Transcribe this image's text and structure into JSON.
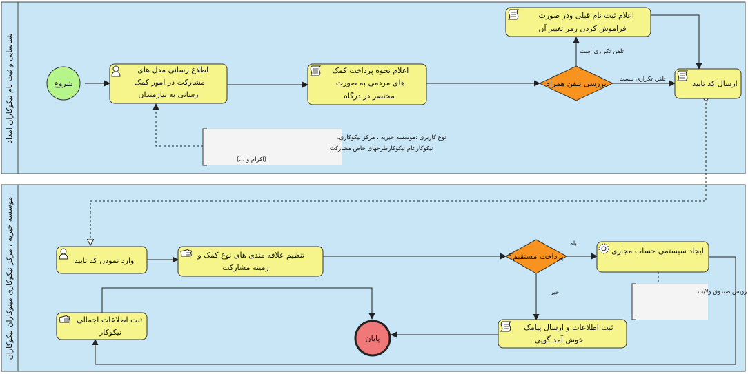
{
  "lanes": {
    "top": "شناسایی و ثبت نام نیکوکاران امداد",
    "bottom": "موسسه خیریه ، مرکز نیکوکاری مینوکاران نیکوکاران"
  },
  "events": {
    "start": "شروع",
    "end": "پایان"
  },
  "tasks": {
    "inform_models": [
      "اطلاع رسانی مدل های",
      "مشارکت در امور کمک",
      "رسانی به نیازمندان"
    ],
    "announce_payment": [
      "اعلام نحوه  پرداخت کمک",
      "های مردمی به صورت",
      "مختصر در درگاه"
    ],
    "announce_registered": [
      "اعلام ثبت نام قبلی ودر صورت",
      "فراموش کردن رمز تغییر آن"
    ],
    "send_code": [
      "ارسال کد تایید"
    ],
    "enter_code": [
      "وارد نمودن کد تایید"
    ],
    "set_interest": [
      "تنظیم علاقه مندی های نوع کمک و",
      "زمینه مشارکت"
    ],
    "create_account": [
      "ایجاد سیستمی حساب مجازی"
    ],
    "register_welcome": [
      "ثبت اطلاعات و ارسال پیامک",
      "خوش آمد گویی"
    ],
    "register_summary": [
      "ثبت اطلاعات اجمالی",
      "نیکوکار"
    ]
  },
  "gateways": {
    "check_phone": "بررسی تلفن همراه",
    "direct_payment": "پرداخت مستقیم؟"
  },
  "flow_labels": {
    "phone_repeat": "تلفن تکراری است",
    "phone_not_repeat": "تلفن تکراری نیست",
    "yes": "بله",
    "no": "خیر"
  },
  "annotations": {
    "user_types": [
      "نوع کاربری :موسسه خیریه ، مرکز نیکوکاری،",
      "نیکوکارعام،نیکوکارطرحهای خاص مشارکت",
      "(اکرام و ...)"
    ],
    "fund_service": "سرویس صندوق ولایت"
  },
  "colors": {
    "lane_fill": "#c9e6f7",
    "task_fill": "#f5f58c",
    "gateway_fill": "#f7931e",
    "start_fill": "#b5f58a",
    "end_fill": "#f07878"
  }
}
